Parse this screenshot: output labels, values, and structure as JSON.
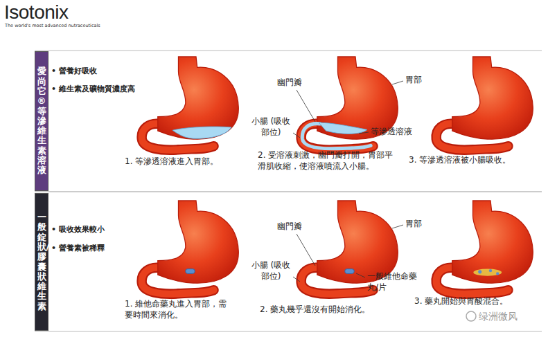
{
  "diagram": {
    "title": "Isotonix",
    "nodes": [
      {
        "text": [
          "愛尚它®等滲維生素溶液"
        ]
      },
      {
        "text": [
          "一般錠狀/膠囊狀維生素"
        ]
      }
    ],
    "labels": [
      "The world's most advanced nutraceuticals",
      "• 營養好吸收",
      "• 維生素及礦物質濃度高",
      "幽門瓣",
      "胃部",
      "小腸 (吸收部位)",
      "等滲透溶液",
      "1. 等滲透溶液進入胃部。",
      "2. 受溶液刺激，幽門瓣打開，胃部平滑肌收縮，使溶液噴流入小腸。",
      "3. 等滲透溶液被小腸吸收。",
      "• 吸收效果較小",
      "• 營養素被稀釋",
      "幽門瓣",
      "胃部",
      "小腸 (吸收部位)",
      "一般維他命藥丸/片",
      "1. 維他命藥丸進入胃部，需要時間來消化。",
      "2. 藥丸幾乎還沒有開始消化。",
      "3. 藥丸開始與胃酸混合。",
      "绿洲微风"
    ]
  }
}
